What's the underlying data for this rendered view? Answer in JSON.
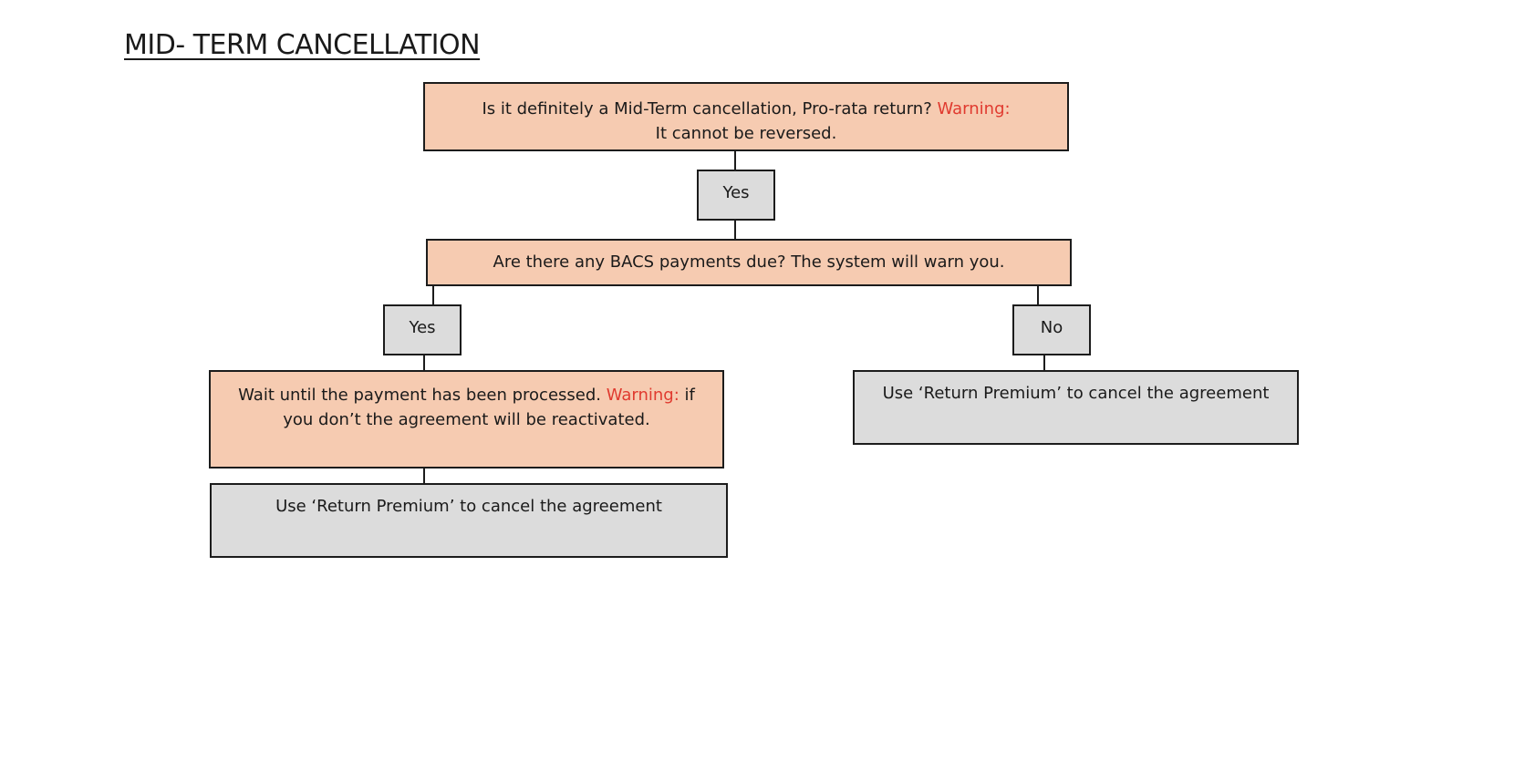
{
  "title": "MID- TERM CANCELLATION",
  "nodes": {
    "q1": {
      "before": "Is it definitely a Mid-Term cancellation, Pro-rata return? ",
      "warning": "Warning:",
      "after": " It cannot be reversed."
    },
    "yes1": "Yes",
    "q2": "Are there any BACS payments due? The system will warn you.",
    "yes2": "Yes",
    "no2": "No",
    "wait": {
      "before": "Wait until the payment has been processed. ",
      "warning": "Warning:",
      "after": " if you don’t the agreement will be reactivated."
    },
    "return_left": "Use ‘Return Premium’ to cancel the agreement",
    "return_right": "Use ‘Return Premium’ to cancel the agreement"
  },
  "colors": {
    "question_fill": "#f6cbb1",
    "action_fill": "#dcdcdc",
    "warning_text": "#e03a2f",
    "border": "#1c1c1c"
  }
}
